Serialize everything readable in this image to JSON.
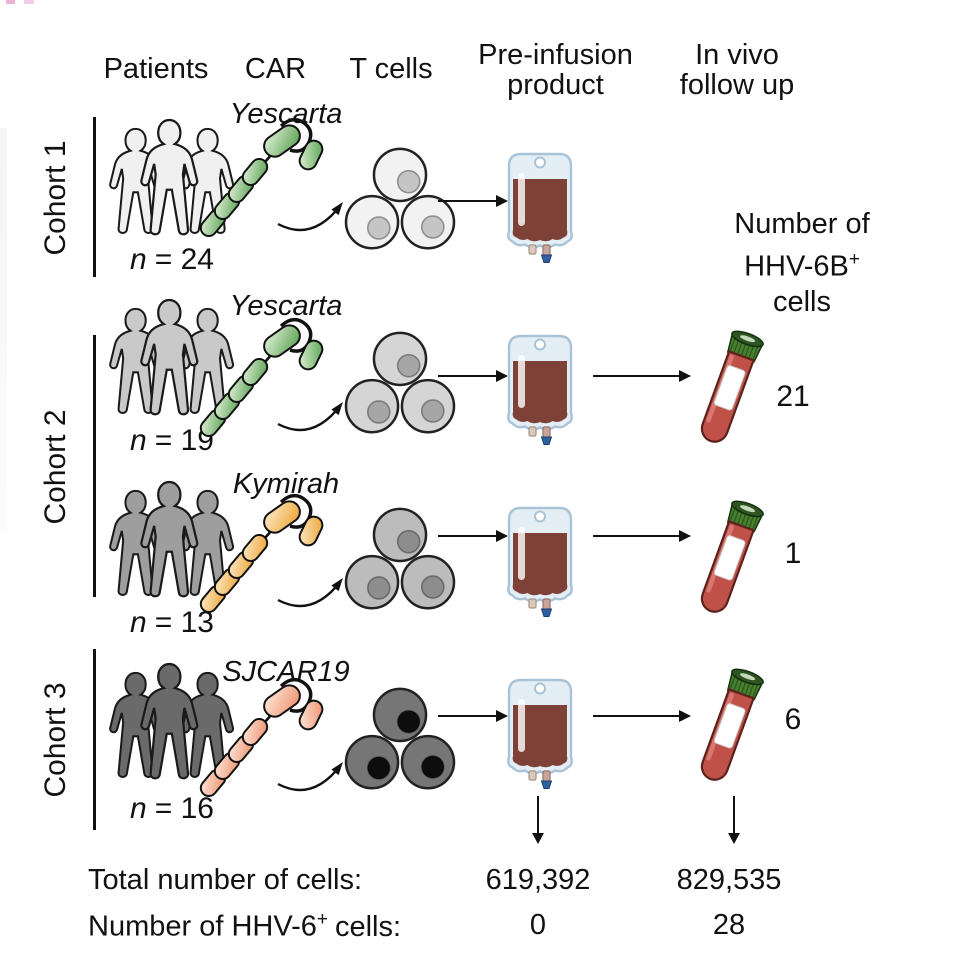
{
  "figure": {
    "columns": {
      "patients": "Patients",
      "car": "CAR",
      "t_cells": "T cells",
      "pre_infusion_line1": "Pre-infusion",
      "pre_infusion_line2": "product",
      "in_vivo_line1": "In vivo",
      "in_vivo_line2": "follow up"
    },
    "right_axis_label": {
      "line1": "Number of",
      "line2_base": "HHV-6B",
      "line2_sup": "+",
      "line3": "cells"
    },
    "cohorts": [
      {
        "label": "Cohort 1"
      },
      {
        "label": "Cohort 2"
      },
      {
        "label": "Cohort 3"
      }
    ],
    "rows": [
      {
        "cohort": "Cohort 1",
        "car_name": "Yescarta",
        "n_var": "n",
        "n_value": "= 24",
        "hhv6b_cells": null
      },
      {
        "cohort": "Cohort 2",
        "car_name": "Yescarta",
        "n_var": "n",
        "n_value": "= 19",
        "hhv6b_cells": "21"
      },
      {
        "cohort": "Cohort 2",
        "car_name": "Kymirah",
        "n_var": "n",
        "n_value": "= 13",
        "hhv6b_cells": "1"
      },
      {
        "cohort": "Cohort 3",
        "car_name": "SJCAR19",
        "n_var": "n",
        "n_value": "= 16",
        "hhv6b_cells": "6"
      }
    ],
    "totals": {
      "row1_label": "Total number of cells:",
      "row1_pre_infusion": "619,392",
      "row1_in_vivo": "829,535",
      "row2_label_base": "Number of HHV-6",
      "row2_label_sup": "+",
      "row2_label_rest": "cells:",
      "row2_pre_infusion": "0",
      "row2_in_vivo": "28"
    },
    "colors": {
      "yescarta_green": "#56a24d",
      "kymirah_orange": "#eda333",
      "sjcar19_salmon": "#ee8f6b",
      "blood_red": "#7d4137",
      "tube_red": "#bf5148",
      "tube_cap_green": "#47812f",
      "bag_blue": "#e4eef5"
    }
  }
}
